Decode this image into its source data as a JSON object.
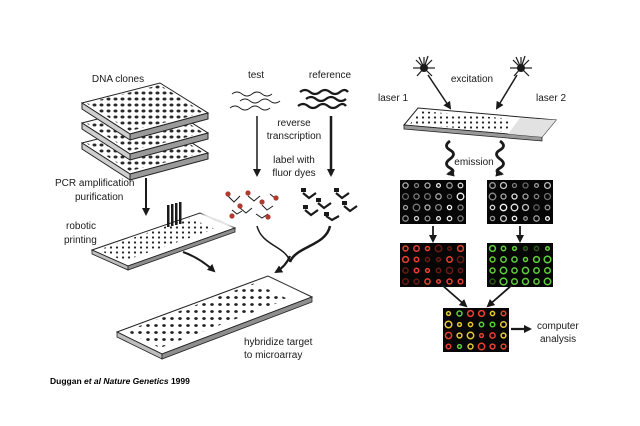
{
  "labels": {
    "dna_clones": "DNA clones",
    "pcr_line1": "PCR amplification",
    "pcr_line2": "purification",
    "robotic_line1": "robotic",
    "robotic_line2": "printing",
    "test": "test",
    "reference": "reference",
    "rt_line1": "reverse",
    "rt_line2": "transcription",
    "label_line1": "label with",
    "label_line2": "fluor dyes",
    "hyb_line1": "hybridize target",
    "hyb_line2": "to microarray",
    "excitation": "excitation",
    "laser1": "laser 1",
    "laser2": "laser 2",
    "emission": "emission",
    "comp_line1": "computer",
    "comp_line2": "analysis"
  },
  "citation": {
    "authors": "Duggan ",
    "etal": "et al",
    "journal": " Nature Genetics",
    "year": " 1999"
  },
  "colors": {
    "ink": "#1a1a1a",
    "test_dye": "#b03a2e",
    "red_spot": "#e8412f",
    "green_spot": "#5fcf3a",
    "yellow_spot": "#e6c832"
  }
}
